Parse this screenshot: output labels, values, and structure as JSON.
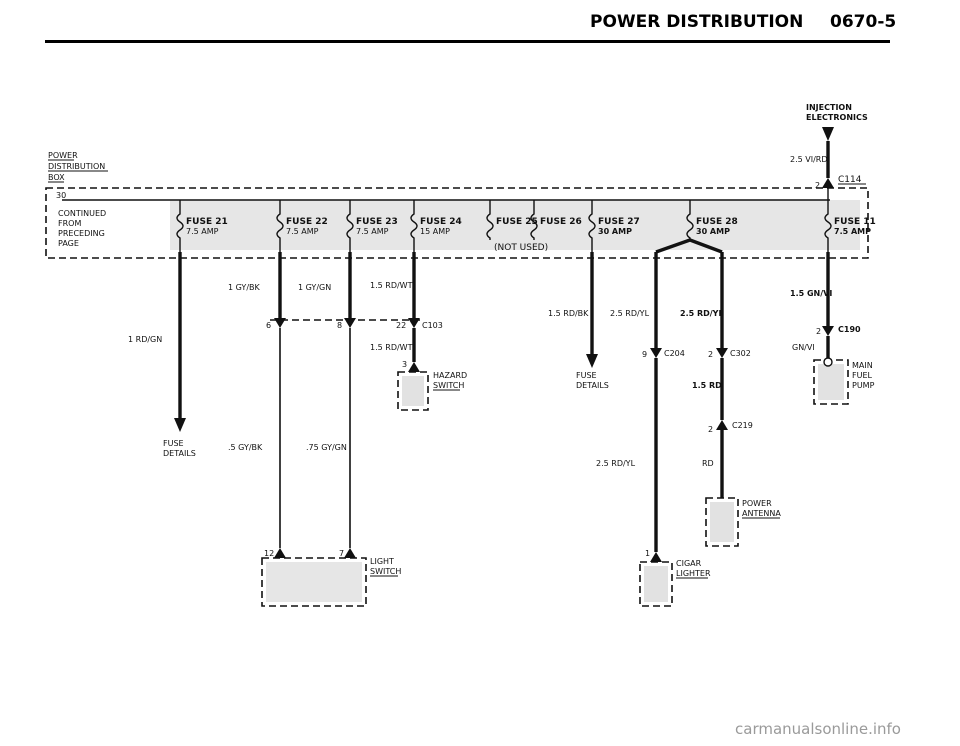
{
  "header": {
    "title": "POWER DISTRIBUTION",
    "page": "0670-5"
  },
  "box": {
    "title_line1": "POWER",
    "title_line2": "DISTRIBUTION",
    "title_line3": "BOX",
    "terminal": "30",
    "note_line1": "CONTINUED",
    "note_line2": "FROM",
    "note_line3": "PRECEDING",
    "note_line4": "PAGE",
    "not_used": "(NOT USED)"
  },
  "fuses": [
    {
      "name": "FUSE 21",
      "rating": "7.5 AMP"
    },
    {
      "name": "FUSE 22",
      "rating": "7.5 AMP"
    },
    {
      "name": "FUSE 23",
      "rating": "7.5 AMP"
    },
    {
      "name": "FUSE 24",
      "rating": "15 AMP"
    },
    {
      "name": "FUSE 25",
      "rating": ""
    },
    {
      "name": "FUSE 26",
      "rating": ""
    },
    {
      "name": "FUSE 27",
      "rating": "30 AMP"
    },
    {
      "name": "FUSE 28",
      "rating": "30 AMP"
    },
    {
      "name": "FUSE 11",
      "rating": "7.5 AMP"
    }
  ],
  "injection": {
    "line1": "INJECTION",
    "line2": "ELECTRONICS"
  },
  "wires": {
    "vi_rd": "2.5 VI/RD",
    "rd_gn": "1 RD/GN",
    "gy_bk": "1 GY/BK",
    "gy_gn": "1 GY/GN",
    "rd_wt_top": "1.5 RD/WT",
    "rd_wt_bottom": "1.5 RD/WT",
    "rd_bk": "1.5 RD/BK",
    "rd_yl_1": "2.5 RD/YL",
    "rd_yl_2": "2.5 RD/YL",
    "rd_yl_3": "2.5 RD/YL",
    "gn_vi_1": "1.5 GN/VI",
    "gn_vi_2": "GN/VI",
    "rd_15": "1.5 RD",
    "rd": "RD",
    "gy_bk_05": ".5 GY/BK",
    "gy_gn_075": ".75 GY/GN"
  },
  "connectors": {
    "c114": "C114",
    "c103": "C103",
    "c190": "C190",
    "c204": "C204",
    "c302": "C302",
    "c219": "C219"
  },
  "pins": {
    "p2_c114": "2",
    "p6": "6",
    "p8": "8",
    "p22": "22",
    "p3": "3",
    "p2_c190": "2",
    "p9": "9",
    "p2_c302": "2",
    "p2_c219": "2",
    "p12": "12",
    "p7": "7",
    "p1": "1"
  },
  "components": {
    "hazard_line1": "HAZARD",
    "hazard_line2": "SWITCH",
    "fuse_details_left_1": "FUSE",
    "fuse_details_left_2": "DETAILS",
    "fuse_details_mid_1": "FUSE",
    "fuse_details_mid_2": "DETAILS",
    "main_line1": "MAIN",
    "main_line2": "FUEL",
    "main_line3": "PUMP",
    "antenna_line1": "POWER",
    "antenna_line2": "ANTENNA",
    "light_line1": "LIGHT",
    "light_line2": "SWITCH",
    "cigar_line1": "CIGAR",
    "cigar_line2": "LIGHTER"
  },
  "watermark": "carmanualsonline.info"
}
